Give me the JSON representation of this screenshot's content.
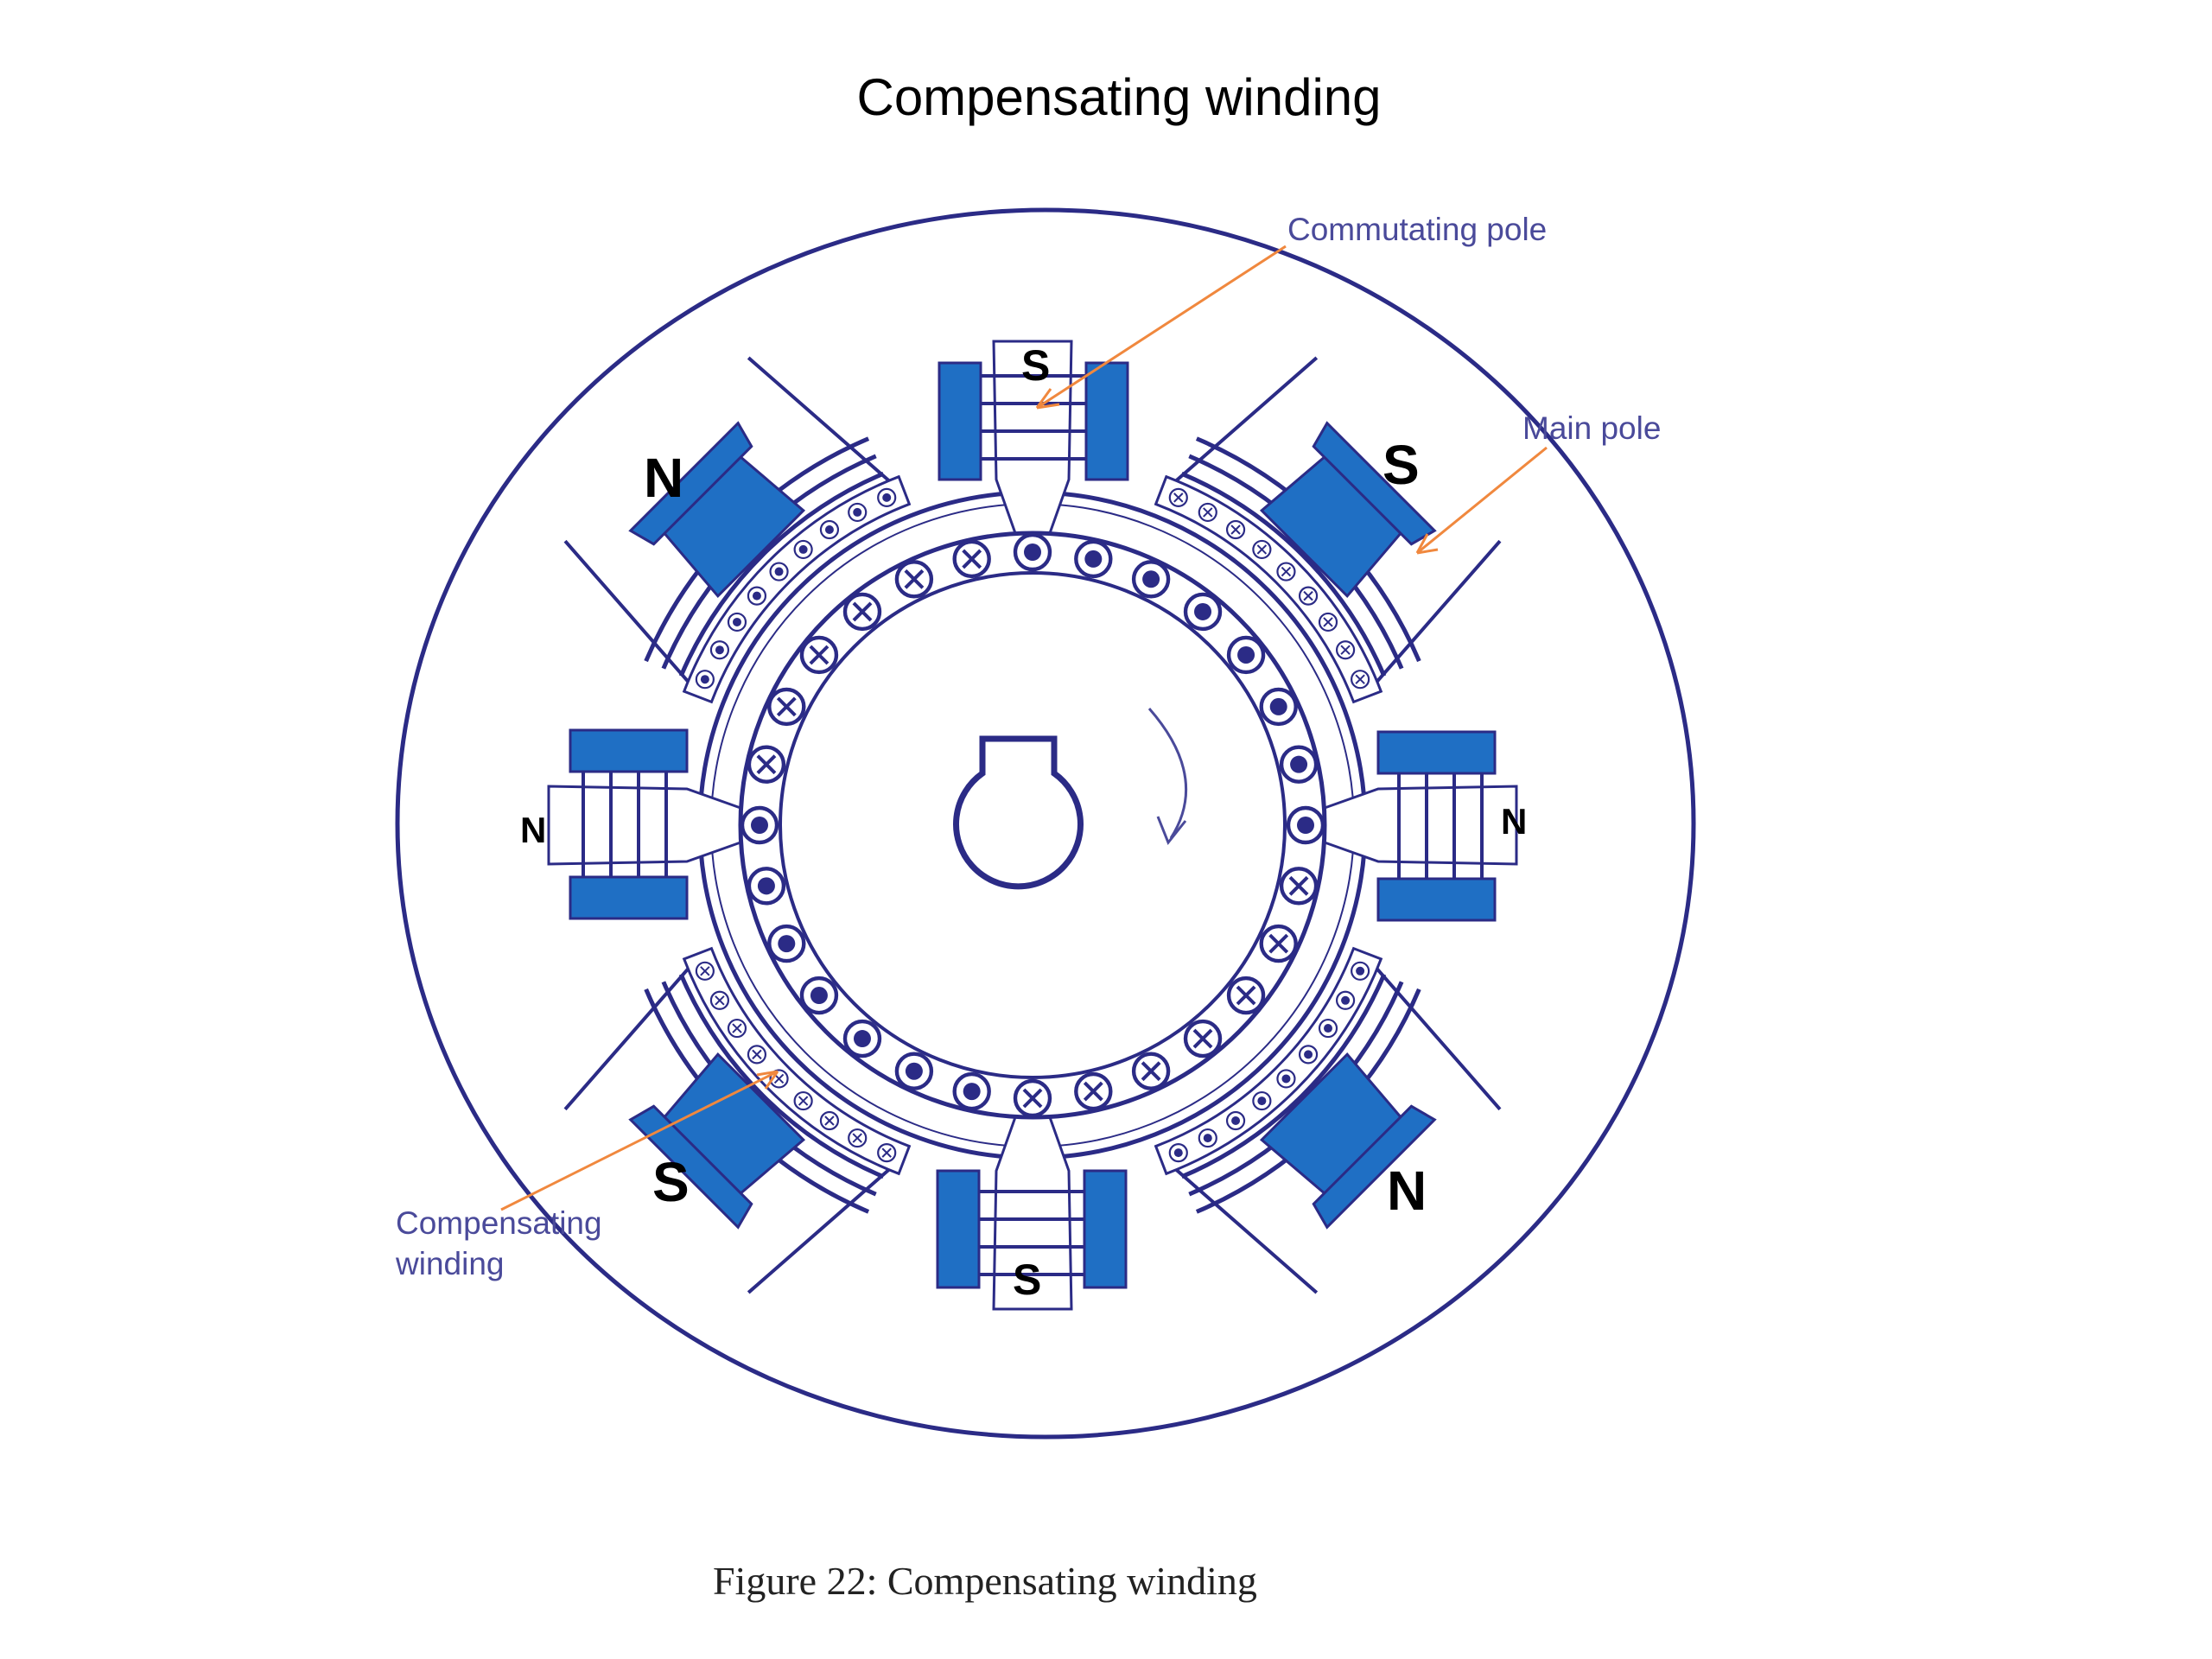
{
  "slide_title": "Compensating winding",
  "caption": "Figure 22: Compensating winding",
  "callouts": {
    "commutating_pole": "Commutating pole",
    "main_pole": "Main pole",
    "compensating_line1": "Compensating",
    "compensating_line2": "winding"
  },
  "main_pole_letters": {
    "upper_left": "N",
    "upper_right": "S",
    "lower_left": "S",
    "lower_right": "N"
  },
  "commutating_pole_letters": {
    "top": "S",
    "left": "N",
    "right": "N",
    "bottom": "S"
  },
  "colors": {
    "stator_outline": "#2b2b86",
    "pole_fill": "#1f6fc4",
    "pole_outline": "#2b2b86",
    "callout_arrow": "#f0883e",
    "callout_text": "#4a4a9a"
  },
  "conductor_symbols": {
    "into_page": "⊗",
    "out_of_page": "⊙"
  }
}
